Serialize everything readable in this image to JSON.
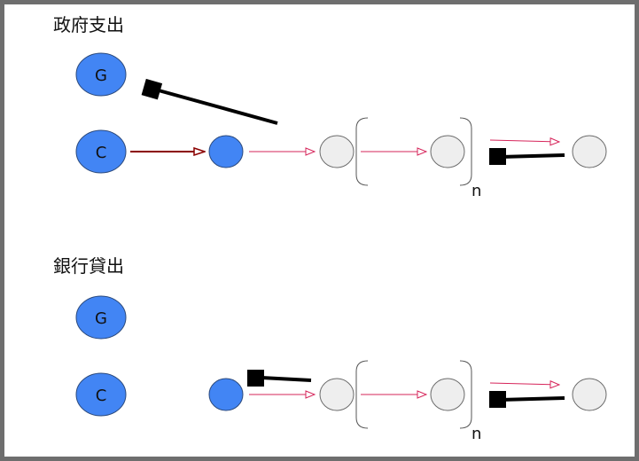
{
  "colors": {
    "frame": "#6e6e6e",
    "background": "#ffffff",
    "blue_node": "#4285f4",
    "blue_node_stroke": "#2c4a7c",
    "gray_node": "#eeeeee",
    "gray_node_stroke": "#6b6b6b",
    "dark_red_arrow": "#8b0000",
    "red_arrow": "#d6245a",
    "block": "#000000"
  },
  "sections": [
    {
      "title": "政府支出",
      "g_label": "G",
      "c_label": "C",
      "repeat_label": "n"
    },
    {
      "title": "銀行貸出",
      "g_label": "G",
      "c_label": "C",
      "repeat_label": "n"
    }
  ]
}
